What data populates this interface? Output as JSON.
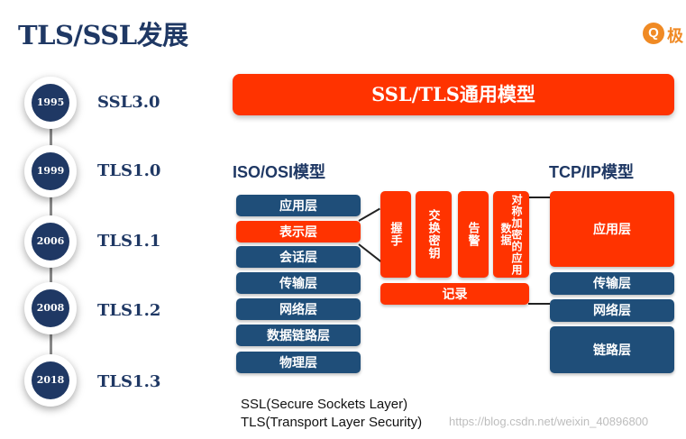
{
  "title": "TLS/SSL发展",
  "logo": {
    "mark": "Q",
    "text": "极"
  },
  "timeline": [
    {
      "year": "1995",
      "version": "SSL3.0"
    },
    {
      "year": "1999",
      "version": "TLS1.0"
    },
    {
      "year": "2006",
      "version": "TLS1.1"
    },
    {
      "year": "2008",
      "version": "TLS1.2"
    },
    {
      "year": "2018",
      "version": "TLS1.3"
    }
  ],
  "banner": "SSL/TLS通用模型",
  "iso_heading": "ISO/OSI模型",
  "tcp_heading": "TCP/IP模型",
  "iso_layers": [
    "应用层",
    "表示层",
    "会话层",
    "传输层",
    "网络层",
    "数据链路层",
    "物理层"
  ],
  "tls_subprotocols": [
    "握手",
    "交换密钥",
    "告警",
    "对称加密的应用数据"
  ],
  "record": "记录",
  "tcp_layers": [
    "应用层",
    "传输层",
    "网络层",
    "链路层"
  ],
  "notes": [
    "SSL(Secure Sockets Layer)",
    "TLS(Transport Layer Security)"
  ],
  "watermark": "https://blog.csdn.net/weixin_40896800",
  "colors": {
    "navy": "#1f3864",
    "layer_blue": "#1f4e79",
    "accent_red": "#ff3300"
  }
}
